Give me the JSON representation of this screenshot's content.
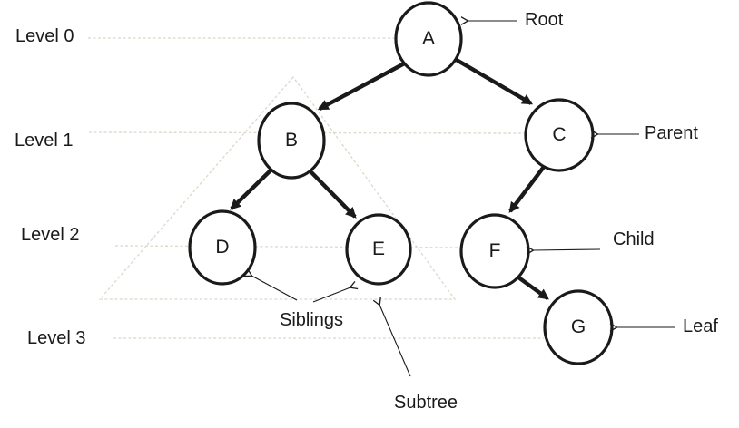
{
  "diagram": {
    "type": "binary-tree-terminology",
    "background": "#ffffff"
  },
  "levels": [
    {
      "label": "Level 0"
    },
    {
      "label": "Level 1"
    },
    {
      "label": "Level 2"
    },
    {
      "label": "Level 3"
    }
  ],
  "nodes": [
    {
      "id": "A",
      "label": "A",
      "level": 0
    },
    {
      "id": "B",
      "label": "B",
      "level": 1
    },
    {
      "id": "C",
      "label": "C",
      "level": 1
    },
    {
      "id": "D",
      "label": "D",
      "level": 2
    },
    {
      "id": "E",
      "label": "E",
      "level": 2
    },
    {
      "id": "F",
      "label": "F",
      "level": 2
    },
    {
      "id": "G",
      "label": "G",
      "level": 3
    }
  ],
  "edges": [
    {
      "from": "A",
      "to": "B"
    },
    {
      "from": "A",
      "to": "C"
    },
    {
      "from": "B",
      "to": "D"
    },
    {
      "from": "B",
      "to": "E"
    },
    {
      "from": "C",
      "to": "F"
    },
    {
      "from": "F",
      "to": "G"
    }
  ],
  "annotations": {
    "root": "Root",
    "parent": "Parent",
    "child": "Child",
    "leaf": "Leaf",
    "siblings": "Siblings",
    "subtree": "Subtree"
  },
  "annotation_targets": {
    "root": "A",
    "parent": "C",
    "child": "F",
    "leaf": "G",
    "siblings": [
      "D",
      "E"
    ],
    "subtree": "triangle around B, D, E"
  },
  "colors": {
    "node_stroke": "#1a1a1a",
    "node_fill": "#ffffff",
    "edge": "#1a1a1a",
    "guide_line": "#ddd8ca",
    "text": "#1a1a1a",
    "background": "#ffffff"
  }
}
